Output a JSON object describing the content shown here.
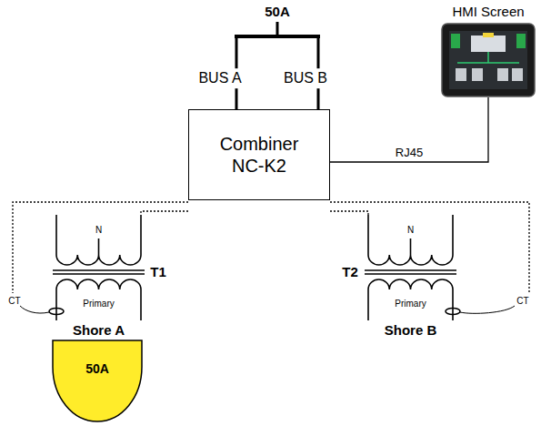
{
  "diagram": {
    "nodes": [
      {
        "text": [
          "HMI Screen"
        ]
      },
      {
        "text": [
          "Combiner NC-K2"
        ]
      },
      {
        "text": [
          "50A"
        ]
      }
    ],
    "edges": [
      {
        "from": 1,
        "to": 0,
        "arrow": "none",
        "label": "RJ45"
      }
    ],
    "labels": [
      "50A",
      "BUS A",
      "BUS B",
      "N",
      "T1",
      "Primary",
      "CT",
      "Shore A",
      "N",
      "T2",
      "Primary",
      "CT",
      "Shore B"
    ]
  }
}
